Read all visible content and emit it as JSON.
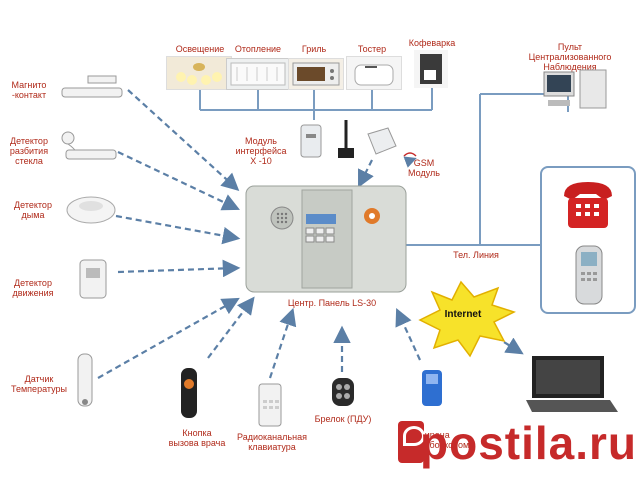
{
  "labels": {
    "lighting": "Освещение",
    "heating": "Отопление",
    "grill": "Гриль",
    "toaster": "Тостер",
    "coffee": "Кофеварка",
    "monitoring": "Пульт\nЦентрализованного\nНаблюдения",
    "magnet": "Магнито\n-контакт",
    "glass": "Детектор\nразбития\nстекла",
    "smoke": "Детектор\nдыма",
    "motion": "Детектор\nдвижения",
    "temp": "Датчик\nТемпературы",
    "x10": "Модуль\nинтерфейса\nХ -10",
    "gsm": "GSM\nМодуль",
    "phone_line": "Тел. Линия",
    "panel": "Центр. Панель LS-30",
    "internet": "Internet",
    "doctor": "Кнопка\nвызова врача",
    "keypad": "Радиоканальная\nклавиатура",
    "keyfob": "Брелок (ПДУ)",
    "siren": "Сирена\nсо стробоскопом",
    "watermark": "postila.ru"
  }
}
